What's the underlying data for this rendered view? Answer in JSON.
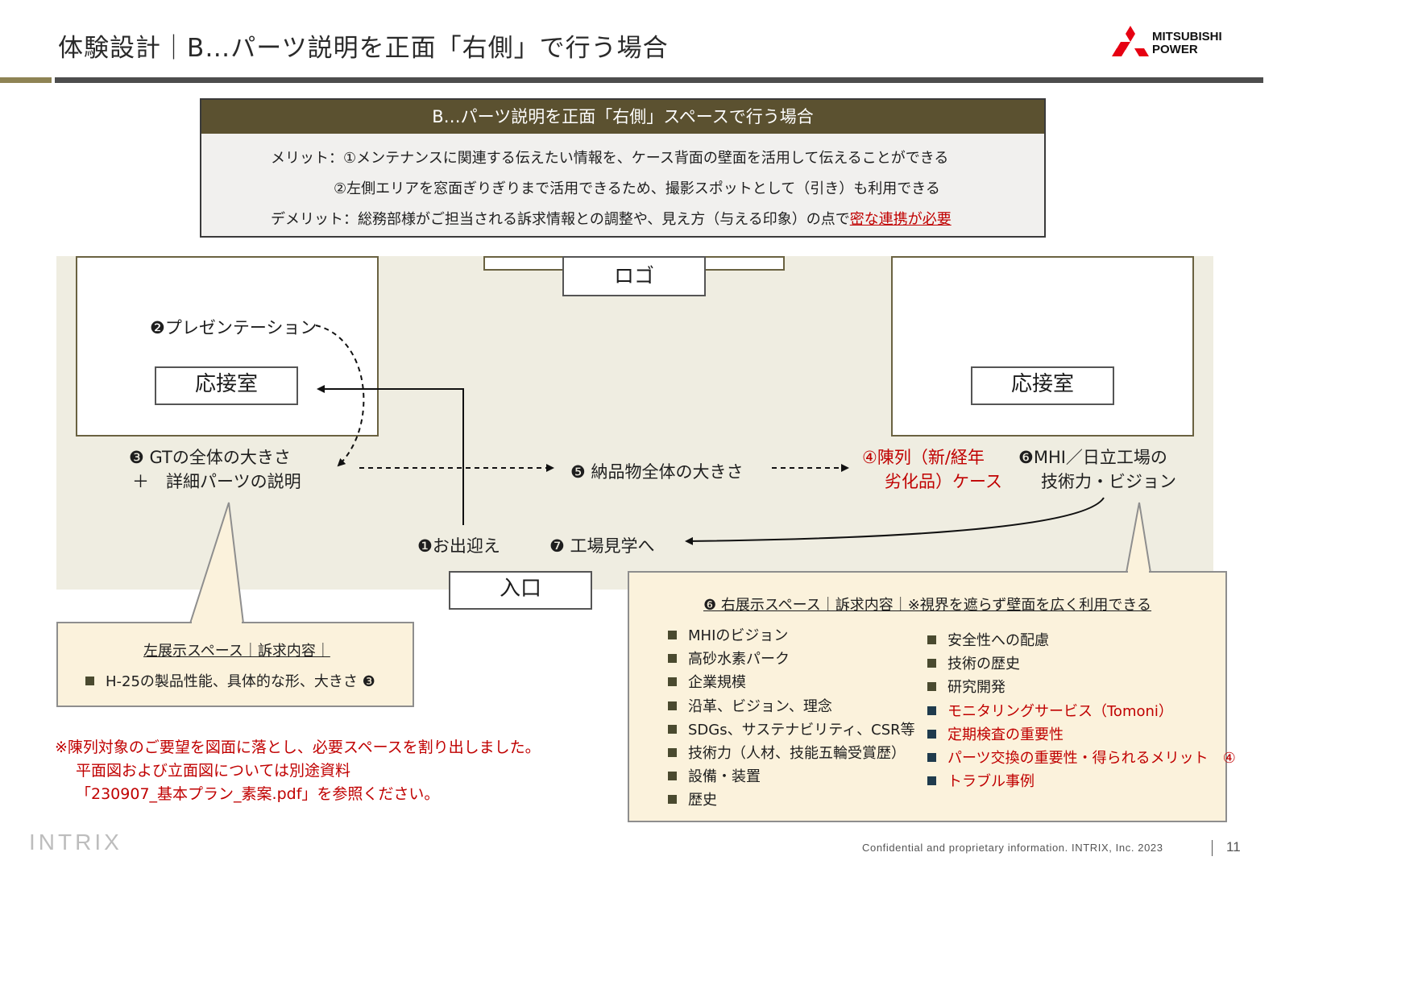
{
  "header": {
    "title": "体験設計｜B…パーツ説明を正面「右側」で行う場合",
    "brand_line1": "MITSUBISHI",
    "brand_line2": "POWER"
  },
  "summary": {
    "heading": "B…パーツ説明を正面「右側」スペースで行う場合",
    "merit1": "メリット：①メンテナンスに関連する伝えたい情報を、ケース背面の壁面を活用して伝えることができる",
    "merit2": "②左側エリアを窓面ぎりぎりまで活用できるため、撮影スポットとして（引き）も利用できる",
    "demerit_prefix": "デメリット：総務部様がご担当される訴求情報との調整や、見え方（与える印象）の点で",
    "demerit_highlight": "密な連携が必要"
  },
  "floor": {
    "logo_label": "ロゴ",
    "left_room": "応接室",
    "right_room": "応接室",
    "entrance": "入口",
    "presentation": "❷プレゼンテーション",
    "gt_line1": "❸ GTの全体の大きさ",
    "gt_line2": "＋　詳細パーツの説明",
    "delivery": "❺ 納品物全体の大きさ",
    "case_line1": "④陳列（新/経年",
    "case_line2": "劣化品）ケース",
    "mhi_line1": "❻MHI／日立工場の",
    "mhi_line2": "技術力・ビジョン",
    "welcome": "❶お出迎え",
    "factory": "❼ 工場見学へ"
  },
  "left_callout": {
    "title": "左展示スペース｜訴求内容｜",
    "items": [
      "H-25の製品性能、具体的な形、大きさ ❸"
    ]
  },
  "right_callout": {
    "title": "❻ 右展示スペース｜訴求内容｜※視界を遮らず壁面を広く利用できる",
    "col1": [
      "MHIのビジョン",
      "高砂水素パーク",
      "企業規模",
      "沿革、ビジョン、理念",
      "SDGs、サステナビリティ、CSR等",
      "技術力（人材、技能五輪受賞歴）",
      "設備・装置",
      "歴史"
    ],
    "col2": [
      "安全性への配慮",
      "技術の歴史",
      "研究開発"
    ],
    "col2_red": [
      "モニタリングサービス（Tomoni）",
      "定期検査の重要性",
      "パーツ交換の重要性・得られるメリット　④",
      "トラブル事例"
    ]
  },
  "note": {
    "line1": "※陳列対象のご要望を図面に落とし、必要スペースを割り出しました。",
    "line2": "平面図および立面図については別途資料",
    "line3": "「230907_基本プラン_素案.pdf」を参照ください。"
  },
  "footer": {
    "brand": "INTRIX",
    "confidential": "Confidential and proprietary information. INTRIX, Inc. 2023",
    "page": "11"
  },
  "colors": {
    "header_band": "#5b5130",
    "accent_gold": "#8e8354",
    "callout_bg": "#fbf2dc",
    "floor_bg": "#efede1",
    "red": "#c00000",
    "bullet_olive": "#4a4a2f",
    "bullet_navy": "#1f3b4d"
  }
}
